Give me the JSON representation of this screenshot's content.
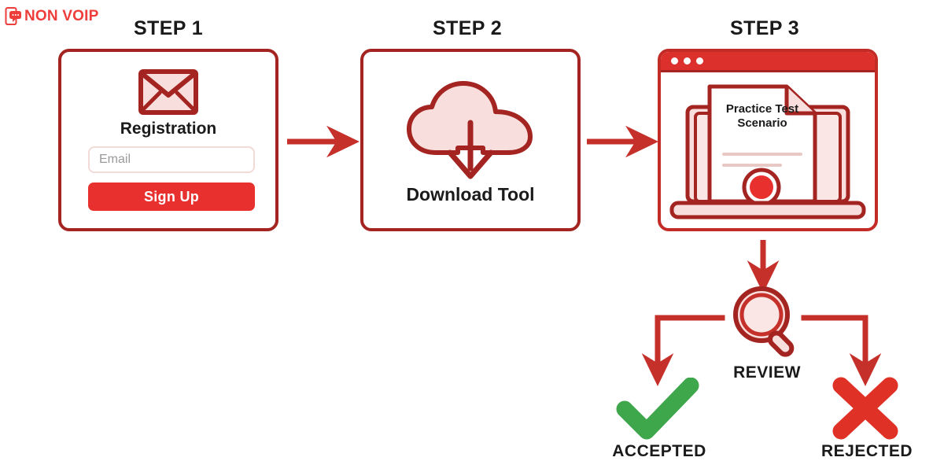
{
  "brand": {
    "name": "NON VOIP",
    "color": "#ED3E3C",
    "icon": "phone-chat-icon"
  },
  "palette": {
    "dark_red": "#A32420",
    "red": "#DC302C",
    "bright_red": "#E8312F",
    "light_pink": "#F8DEDC",
    "pale_pink": "#F2DAD8",
    "green": "#3EA64B",
    "text_dark": "#1a1a1a",
    "placeholder_gray": "#9a9a9a"
  },
  "steps": [
    {
      "title": "STEP 1",
      "icon": "envelope-icon",
      "heading": "Registration",
      "input": {
        "placeholder": "Email",
        "value": ""
      },
      "button": {
        "label": "Sign Up"
      }
    },
    {
      "title": "STEP 2",
      "icon": "cloud-download-icon",
      "heading": "Download Tool"
    },
    {
      "title": "STEP 3",
      "icon": "browser-laptop-document-icon",
      "document": {
        "title_line_1": "Practice Test",
        "title_line_2": "Scenario",
        "seal": "red-seal-stamp"
      },
      "browser_dots": 3
    }
  ],
  "flow": {
    "arrow_1_2": "arrow-right",
    "arrow_2_3": "arrow-right",
    "arrow_step3_review": "arrow-down"
  },
  "review": {
    "icon": "magnifier-icon",
    "label": "REVIEW"
  },
  "outcomes": [
    {
      "icon": "check-mark-icon",
      "label": "ACCEPTED",
      "color": "#3EA64B"
    },
    {
      "icon": "cross-mark-icon",
      "label": "REJECTED",
      "color": "#E03127"
    }
  ]
}
